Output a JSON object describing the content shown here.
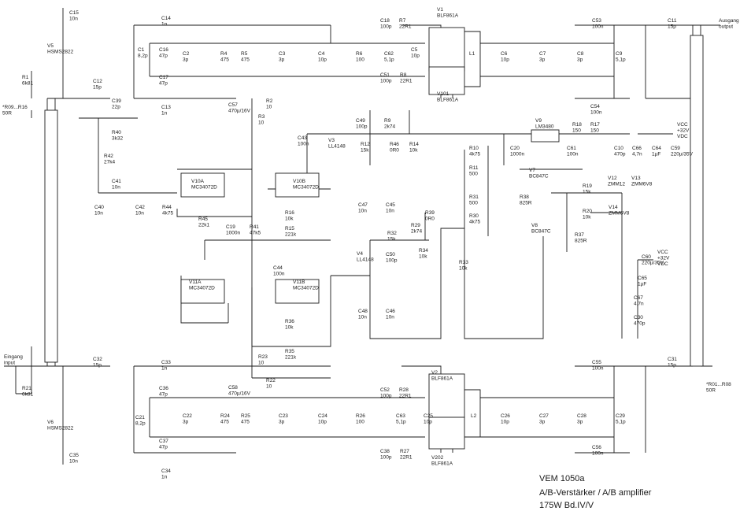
{
  "title_block": {
    "model": "VEM 1050a",
    "description": "A/B-Verstärker / A/B amplifier",
    "band": "175W  Bd.IV/V"
  },
  "io": {
    "input": "Eingang\ninput",
    "output": "Ausgang\noutput",
    "vcc_top": "VCC\n+32V\nVDC",
    "vcc_mid": "VCC\n+32V\nVDC",
    "term_top_left": "*R09...R16\n50R",
    "term_bot_right": "*R01...R08\n50R"
  },
  "labels": [
    {
      "id": "C15",
      "t": "C15\n10n"
    },
    {
      "id": "V5",
      "t": "V5\nHSMS2822"
    },
    {
      "id": "R1",
      "t": "R1\n6k81"
    },
    {
      "id": "C12",
      "t": "C12\n15p"
    },
    {
      "id": "C39",
      "t": "C39\n22p"
    },
    {
      "id": "R40",
      "t": "R40\n3k32"
    },
    {
      "id": "R42",
      "t": "R42\n27k4"
    },
    {
      "id": "C41",
      "t": "C41\n10n"
    },
    {
      "id": "C40",
      "t": "C40\n10n"
    },
    {
      "id": "C42",
      "t": "C42\n10n"
    },
    {
      "id": "R44",
      "t": "R44\n4k75"
    },
    {
      "id": "R45",
      "t": "R45\n22k1"
    },
    {
      "id": "V10A",
      "t": "V10A\nMC34072D"
    },
    {
      "id": "V10B",
      "t": "V10B\nMC34072D"
    },
    {
      "id": "V11A",
      "t": "V11A\nMC34072D"
    },
    {
      "id": "V11B",
      "t": "V11B\nMC34072D"
    },
    {
      "id": "C14",
      "t": "C14\n1n"
    },
    {
      "id": "C1",
      "t": "C1\n8,2p"
    },
    {
      "id": "C16",
      "t": "C16\n47p"
    },
    {
      "id": "C17",
      "t": "C17\n47p"
    },
    {
      "id": "C13",
      "t": "C13\n1n"
    },
    {
      "id": "C2",
      "t": "C2\n3p"
    },
    {
      "id": "R4",
      "t": "R4\n475"
    },
    {
      "id": "R5",
      "t": "R5\n475"
    },
    {
      "id": "C3",
      "t": "C3\n3p"
    },
    {
      "id": "C4",
      "t": "C4\n10p"
    },
    {
      "id": "R6",
      "t": "R6\n100"
    },
    {
      "id": "C62",
      "t": "C62\n5,1p"
    },
    {
      "id": "C5",
      "t": "C5\n10p"
    },
    {
      "id": "C18",
      "t": "C18\n100p"
    },
    {
      "id": "R7",
      "t": "R7\n22R1"
    },
    {
      "id": "C51",
      "t": "C51\n100p"
    },
    {
      "id": "R8",
      "t": "R8\n22R1"
    },
    {
      "id": "V1",
      "t": "V1\nBLF861A"
    },
    {
      "id": "V101",
      "t": "V101\nBLF861A"
    },
    {
      "id": "L1",
      "t": "L1"
    },
    {
      "id": "C6",
      "t": "C6\n10p"
    },
    {
      "id": "C7",
      "t": "C7\n3p"
    },
    {
      "id": "C8",
      "t": "C8\n3p"
    },
    {
      "id": "C53",
      "t": "C53\n100n"
    },
    {
      "id": "C9",
      "t": "C9\n5,1p"
    },
    {
      "id": "C54",
      "t": "C54\n100n"
    },
    {
      "id": "C11",
      "t": "C11\n15p"
    },
    {
      "id": "C57",
      "t": "C57\n470µ/16V"
    },
    {
      "id": "R2",
      "t": "R2\n10"
    },
    {
      "id": "R3",
      "t": "R3\n10"
    },
    {
      "id": "C43",
      "t": "C43\n100n"
    },
    {
      "id": "C49",
      "t": "C49\n100p"
    },
    {
      "id": "R9",
      "t": "R9\n2k74"
    },
    {
      "id": "V3",
      "t": "V3\nLL4148"
    },
    {
      "id": "R12",
      "t": "R12\n15k"
    },
    {
      "id": "R46",
      "t": "R46\n0R0"
    },
    {
      "id": "R14",
      "t": "R14\n10k"
    },
    {
      "id": "V9",
      "t": "V9\nLM3480"
    },
    {
      "id": "R18",
      "t": "R18\n150"
    },
    {
      "id": "R17",
      "t": "R17\n150"
    },
    {
      "id": "C20",
      "t": "C20\n1000n"
    },
    {
      "id": "C61",
      "t": "C61\n100n"
    },
    {
      "id": "C10",
      "t": "C10\n470p"
    },
    {
      "id": "C66",
      "t": "C66\n4,7n"
    },
    {
      "id": "C64",
      "t": "C64\n1µF"
    },
    {
      "id": "C59",
      "t": "C59\n220µ/35V"
    },
    {
      "id": "R10",
      "t": "R10\n4k75"
    },
    {
      "id": "R11",
      "t": "R11\n500"
    },
    {
      "id": "R31",
      "t": "R31\n500"
    },
    {
      "id": "R30",
      "t": "R30\n4k75"
    },
    {
      "id": "V7",
      "t": "V7\nBC847C"
    },
    {
      "id": "R38",
      "t": "R38\n825R"
    },
    {
      "id": "V8",
      "t": "V8\nBC847C"
    },
    {
      "id": "R19",
      "t": "R19\n15k"
    },
    {
      "id": "V12",
      "t": "V12\nZMM12"
    },
    {
      "id": "V13",
      "t": "V13\nZMM6V8"
    },
    {
      "id": "R20",
      "t": "R20\n10k"
    },
    {
      "id": "V14",
      "t": "V14\nZMM6V8"
    },
    {
      "id": "R37",
      "t": "R37\n825R"
    },
    {
      "id": "C47",
      "t": "C47\n10n"
    },
    {
      "id": "C45",
      "t": "C45\n10n"
    },
    {
      "id": "R16",
      "t": "R16\n10k"
    },
    {
      "id": "R15",
      "t": "R15\n221k"
    },
    {
      "id": "R32",
      "t": "R32\n15k"
    },
    {
      "id": "R29",
      "t": "R29\n2k74"
    },
    {
      "id": "R39",
      "t": "R39\n0R0"
    },
    {
      "id": "R34",
      "t": "R34\n10k"
    },
    {
      "id": "V4",
      "t": "V4\nLL4148"
    },
    {
      "id": "C50",
      "t": "C50\n100p"
    },
    {
      "id": "C19",
      "t": "C19\n1000n"
    },
    {
      "id": "R41",
      "t": "R41\n47k5"
    },
    {
      "id": "C44",
      "t": "C44\n100n"
    },
    {
      "id": "R33",
      "t": "R33\n10k"
    },
    {
      "id": "C60",
      "t": "C60\n220µ/35V"
    },
    {
      "id": "C65",
      "t": "C65\n1µF"
    },
    {
      "id": "C67",
      "t": "C67\n4,7n"
    },
    {
      "id": "C30",
      "t": "C30\n470p"
    },
    {
      "id": "C48",
      "t": "C48\n10n"
    },
    {
      "id": "C46",
      "t": "C46\n10n"
    },
    {
      "id": "R36",
      "t": "R36\n10k"
    },
    {
      "id": "R35",
      "t": "R35\n221k"
    },
    {
      "id": "R23",
      "t": "R23\n10"
    },
    {
      "id": "C58",
      "t": "C58\n470µ/16V"
    },
    {
      "id": "R22",
      "t": "R22\n10"
    },
    {
      "id": "C32",
      "t": "C32\n15p"
    },
    {
      "id": "R21",
      "t": "R21\n6k81"
    },
    {
      "id": "V6",
      "t": "V6\nHSMS2822"
    },
    {
      "id": "C35",
      "t": "C35\n10n"
    },
    {
      "id": "C33",
      "t": "C33\n1n"
    },
    {
      "id": "C36",
      "t": "C36\n47p"
    },
    {
      "id": "C21",
      "t": "C21\n8,2p"
    },
    {
      "id": "C37",
      "t": "C37\n47p"
    },
    {
      "id": "C34",
      "t": "C34\n1n"
    },
    {
      "id": "C22",
      "t": "C22\n3p"
    },
    {
      "id": "R24",
      "t": "R24\n475"
    },
    {
      "id": "R25",
      "t": "R25\n475"
    },
    {
      "id": "C23",
      "t": "C23\n3p"
    },
    {
      "id": "C24",
      "t": "C24\n10p"
    },
    {
      "id": "R26",
      "t": "R26\n100"
    },
    {
      "id": "C52",
      "t": "C52\n100p"
    },
    {
      "id": "R28",
      "t": "R28\n22R1"
    },
    {
      "id": "C63",
      "t": "C63\n5,1p"
    },
    {
      "id": "C25",
      "t": "C25\n10p"
    },
    {
      "id": "C38",
      "t": "C38\n100p"
    },
    {
      "id": "R27",
      "t": "R27\n22R1"
    },
    {
      "id": "V2",
      "t": "V2\nBLF861A"
    },
    {
      "id": "V202",
      "t": "V202\nBLF861A"
    },
    {
      "id": "L2",
      "t": "L2"
    },
    {
      "id": "C26",
      "t": "C26\n10p"
    },
    {
      "id": "C27",
      "t": "C27\n3p"
    },
    {
      "id": "C28",
      "t": "C28\n3p"
    },
    {
      "id": "C55",
      "t": "C55\n100n"
    },
    {
      "id": "C29",
      "t": "C29\n5,1p"
    },
    {
      "id": "C56",
      "t": "C56\n100n"
    },
    {
      "id": "C31",
      "t": "C31\n15p"
    }
  ]
}
